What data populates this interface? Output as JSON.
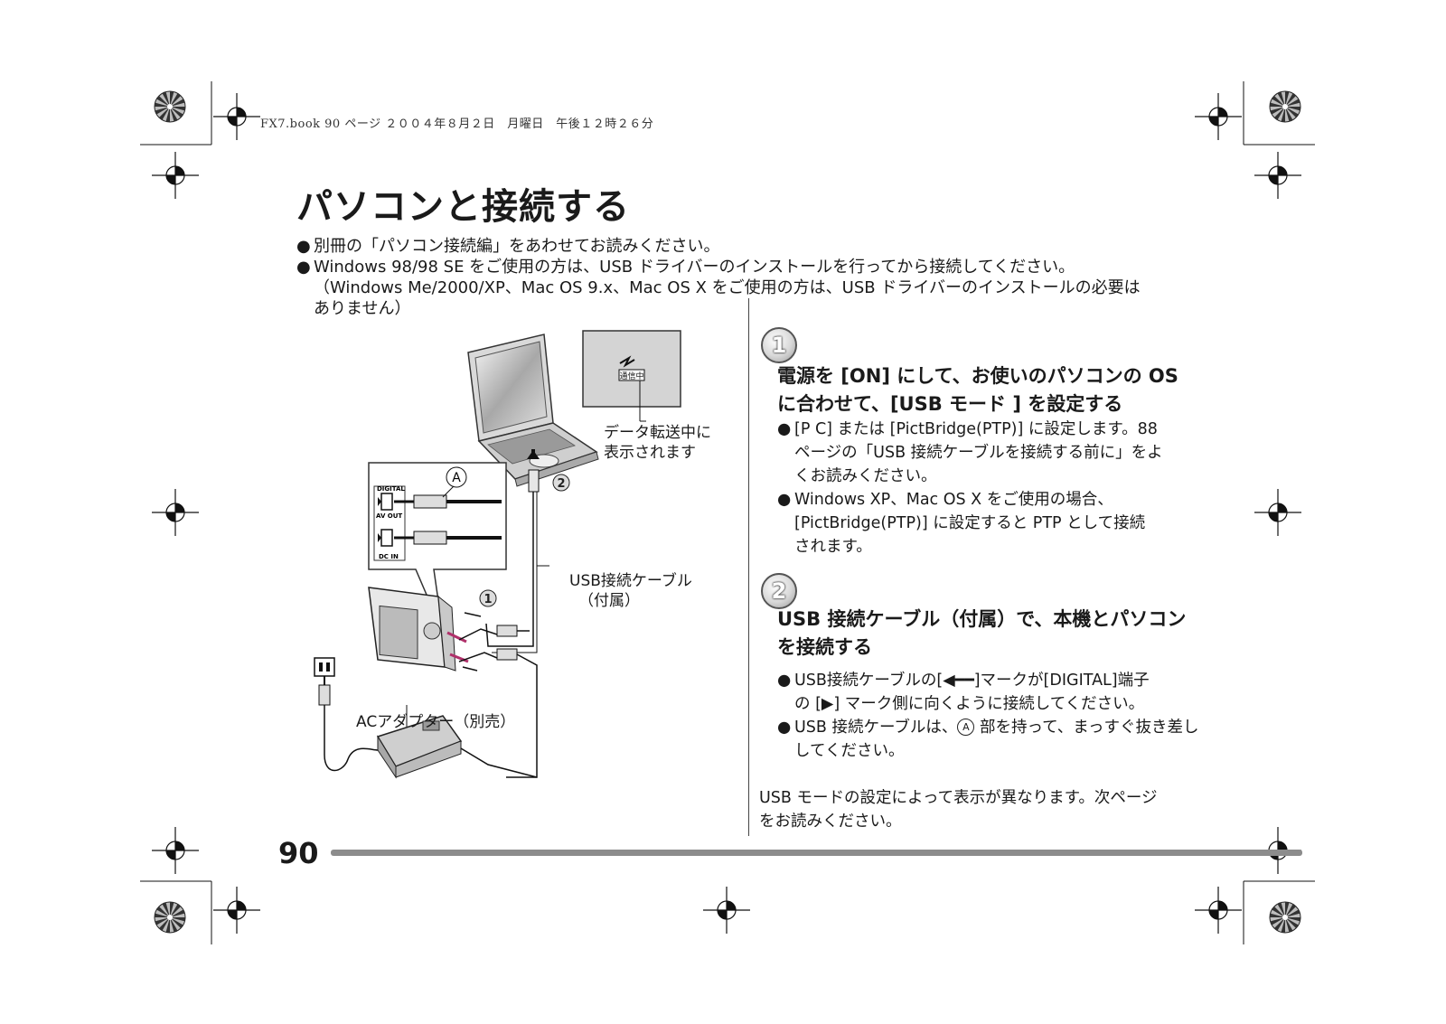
{
  "header": {
    "running_line": "FX7.book  90 ページ  ２００４年８月２日　月曜日　午後１２時２６分"
  },
  "title": "パソコンと接続する",
  "intro": {
    "bullet1": "別冊の「パソコン接続編」をあわせてお読みください。",
    "bullet2": "Windows 98/98 SE をご使用の方は、USB ドライバーのインストールを行ってから接続してください。",
    "note_line1": "（Windows Me/2000/XP、Mac OS 9.x、Mac OS X をご使用の方は、USB ドライバーのインストールの必要は",
    "note_line2": "ありません）"
  },
  "figure": {
    "screen_badge": "通信中",
    "transfer_label_line1": "データ転送中に",
    "transfer_label_line2": "表示されます",
    "callout_a": "A",
    "port_digital": "DIGITAL",
    "port_avout": "AV OUT",
    "port_dcin": "DC IN",
    "usb_cable_line1": "USB接続ケーブル",
    "usb_cable_line2": "（付属）",
    "ac_adapter": "ACアダプター（別売）",
    "step_marker_1": "1",
    "step_marker_2": "2"
  },
  "step1": {
    "number": "1",
    "heading_line1": "電源を [ON] にして、お使いのパソコンの OS",
    "heading_line2": "に合わせて、[USB モード ] を設定する",
    "b1_line1": "[P C] または [PictBridge(PTP)] に設定します。88",
    "b1_line2": "ページの「USB 接続ケーブルを接続する前に」をよ",
    "b1_line3": "くお読みください。",
    "b2_line1": "Windows XP、Mac OS X をご使用の場合、",
    "b2_line2": "[PictBridge(PTP)] に設定すると PTP として接続",
    "b2_line3": "されます。"
  },
  "step2": {
    "number": "2",
    "heading_line1": "USB 接続ケーブル（付属）で、本機とパソコン",
    "heading_line2": "を接続する",
    "b1_pre": "USB接続ケーブルの[",
    "b1_arrow": "◀━━",
    "b1_post": "]マークが[DIGITAL]端子",
    "b1_line2": "の [▶] マーク側に向くように接続してください。",
    "b2_pre": "USB 接続ケーブルは、",
    "b2_circle": "A",
    "b2_post": " 部を持って、まっすぐ抜き差し",
    "b2_line2": "してください。"
  },
  "bottom_note": {
    "line1": "USB モードの設定によって表示が異なります。次ページ",
    "line2": "をお読みください。"
  },
  "page_number": "90"
}
